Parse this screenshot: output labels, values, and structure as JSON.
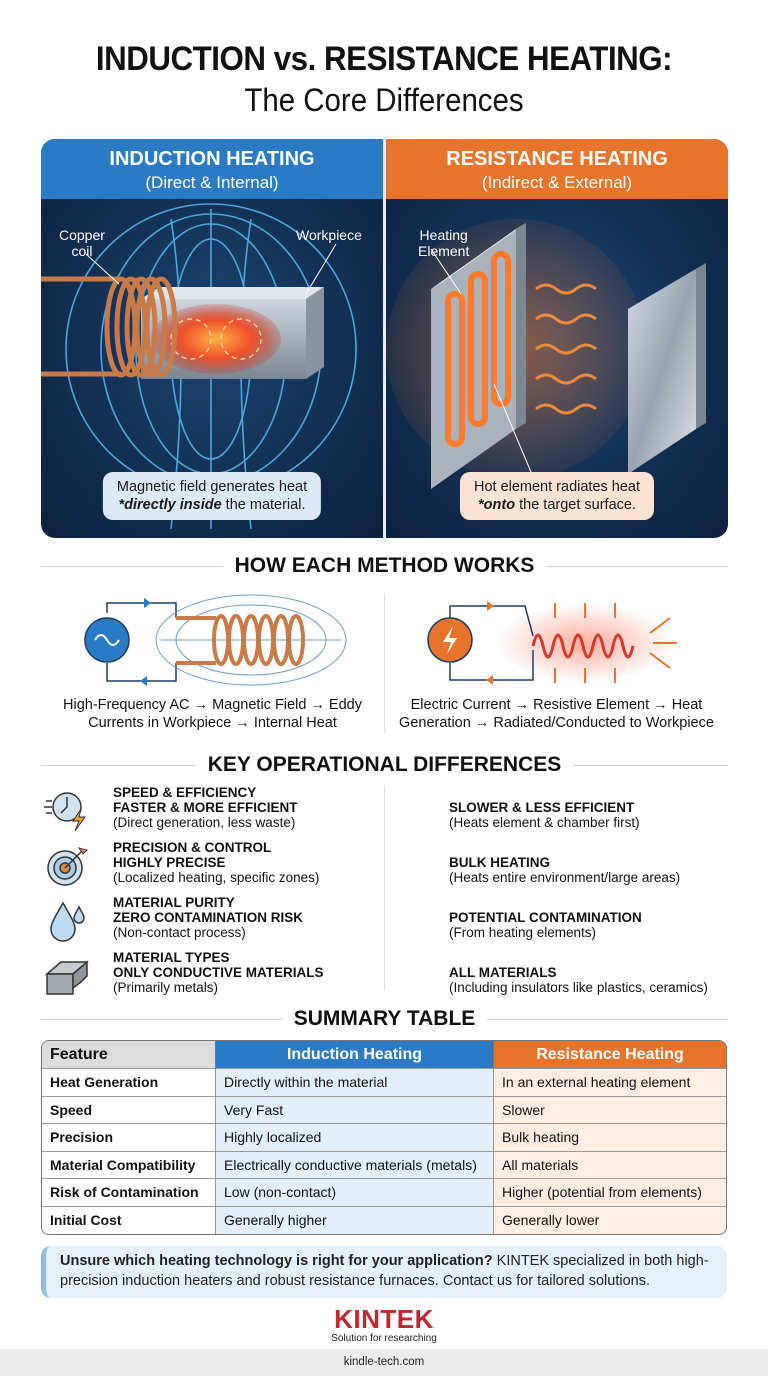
{
  "header": {
    "title": "INDUCTION vs. RESISTANCE HEATING:",
    "subtitle": "The Core Differences"
  },
  "colors": {
    "induction_blue": "#2b7bc4",
    "resistance_orange": "#e8742c",
    "panel_navy": "#102a4a",
    "brand_red": "#c0282d"
  },
  "panels": {
    "induction": {
      "title": "INDUCTION HEATING",
      "subtitle": "(Direct & Internal)",
      "label_coil": "Copper coil",
      "label_coil_l1": "Copper",
      "label_coil_l2": "coil",
      "label_workpiece": "Workpiece",
      "callout_line1": "Magnetic field generates heat",
      "callout_line2_em": "*directly inside",
      "callout_line2_rest": " the material."
    },
    "resistance": {
      "title": "RESISTANCE HEATING",
      "subtitle": "(Indirect & External)",
      "label_element_l1": "Heating",
      "label_element_l2": "Element",
      "callout_line1": "Hot element radiates heat",
      "callout_line2_em": "*onto",
      "callout_line2_rest": " the target surface."
    }
  },
  "how_section": {
    "title": "HOW EACH METHOD WORKS",
    "induction_caption_l1": "High-Frequency AC → Magnetic Field → Eddy",
    "induction_caption_l2": "Currents in Workpiece → Internal Heat",
    "resistance_caption_l1": "Electric Current → Resistive Element → Heat",
    "resistance_caption_l2": "Generation → Radiated/Conducted to Workpiece"
  },
  "differences": {
    "title": "KEY OPERATIONAL DIFFERENCES",
    "rows": [
      {
        "icon": "clock-lightning-icon",
        "category": "SPEED & EFFICIENCY",
        "induction_head": "FASTER & MORE EFFICIENT",
        "induction_note": "(Direct generation, less waste)",
        "resistance_head": "SLOWER & LESS EFFICIENT",
        "resistance_note": "(Heats element & chamber first)"
      },
      {
        "icon": "target-arrow-icon",
        "category": "PRECISION & CONTROL",
        "induction_head": "HIGHLY PRECISE",
        "induction_note": "(Localized heating, specific zones)",
        "resistance_head": "BULK HEATING",
        "resistance_note": "(Heats entire environment/large areas)"
      },
      {
        "icon": "water-drops-icon",
        "category": "MATERIAL PURITY",
        "induction_head": "ZERO CONTAMINATION RISK",
        "induction_note": "(Non-contact process)",
        "resistance_head": "POTENTIAL CONTAMINATION",
        "resistance_note": "(From heating elements)"
      },
      {
        "icon": "metal-block-icon",
        "category": "MATERIAL TYPES",
        "induction_head": "ONLY CONDUCTIVE MATERIALS",
        "induction_note": "(Primarily metals)",
        "resistance_head": "ALL MATERIALS",
        "resistance_note": "(Including insulators like plastics, ceramics)"
      }
    ]
  },
  "summary_table": {
    "title": "SUMMARY TABLE",
    "headers": [
      "Feature",
      "Induction Heating",
      "Resistance Heating"
    ],
    "rows": [
      [
        "Heat Generation",
        "Directly within the material",
        "In an external heating element"
      ],
      [
        "Speed",
        "Very Fast",
        "Slower"
      ],
      [
        "Precision",
        "Highly localized",
        "Bulk heating"
      ],
      [
        "Material Compatibility",
        "Electrically conductive materials (metals)",
        "All materials"
      ],
      [
        "Risk of Contamination",
        "Low (non-contact)",
        "Higher (potential from elements)"
      ],
      [
        "Initial Cost",
        "Generally higher",
        "Generally lower"
      ]
    ]
  },
  "cta": {
    "bold": "Unsure which heating technology is right for your application?",
    "rest": " KINTEK specialized in both high-precision induction heaters and robust resistance furnaces. Contact us for tailored solutions."
  },
  "brand": {
    "logo": "KINTEK",
    "tagline": "Solution for researching"
  },
  "footer": {
    "url": "kindle-tech.com"
  }
}
